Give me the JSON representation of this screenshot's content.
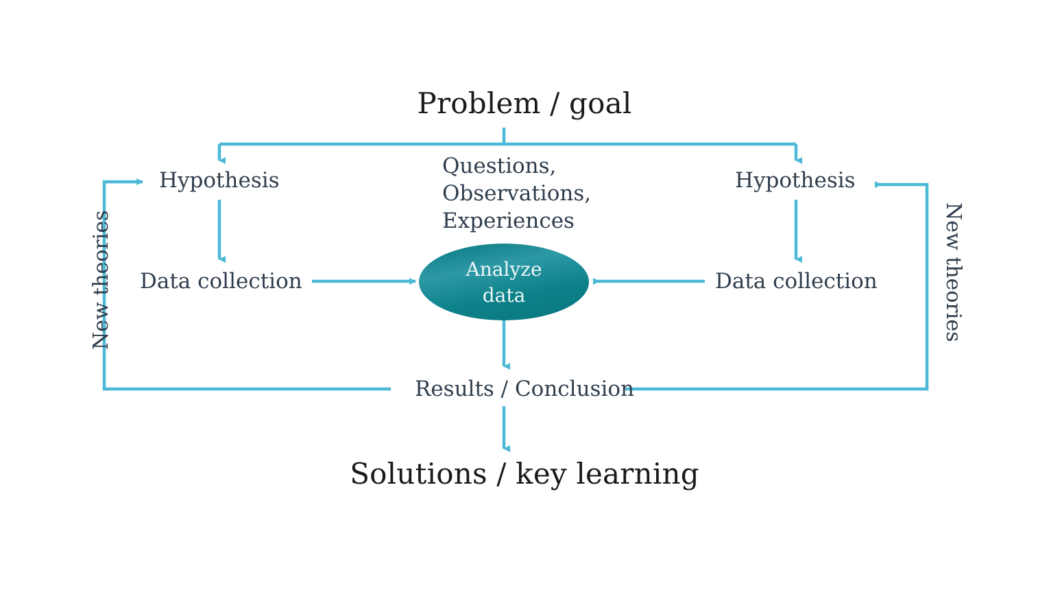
{
  "diagram": {
    "title_node": "Problem / goal",
    "outcome_node": "Solutions / key learning",
    "center_note": "Questions,\nObservations,\nExperiences",
    "center_process": "Analyze\ndata",
    "results_node": "Results / Conclusion",
    "left_branch": {
      "hypothesis": "Hypothesis",
      "data_collection": "Data collection",
      "feedback_label": "New theories"
    },
    "right_branch": {
      "hypothesis": "Hypothesis",
      "data_collection": "Data collection",
      "feedback_label": "New theories"
    },
    "colors": {
      "connector": "#4cb9d6",
      "connector_dark": "#3aa8c6",
      "text_dark": "#1a1a1a",
      "text_slate": "#2f3d4c",
      "ellipse_light": "#2e95a3",
      "ellipse_dark": "#067b84",
      "ellipse_text": "#eef6f7",
      "background": "#ffffff"
    }
  }
}
